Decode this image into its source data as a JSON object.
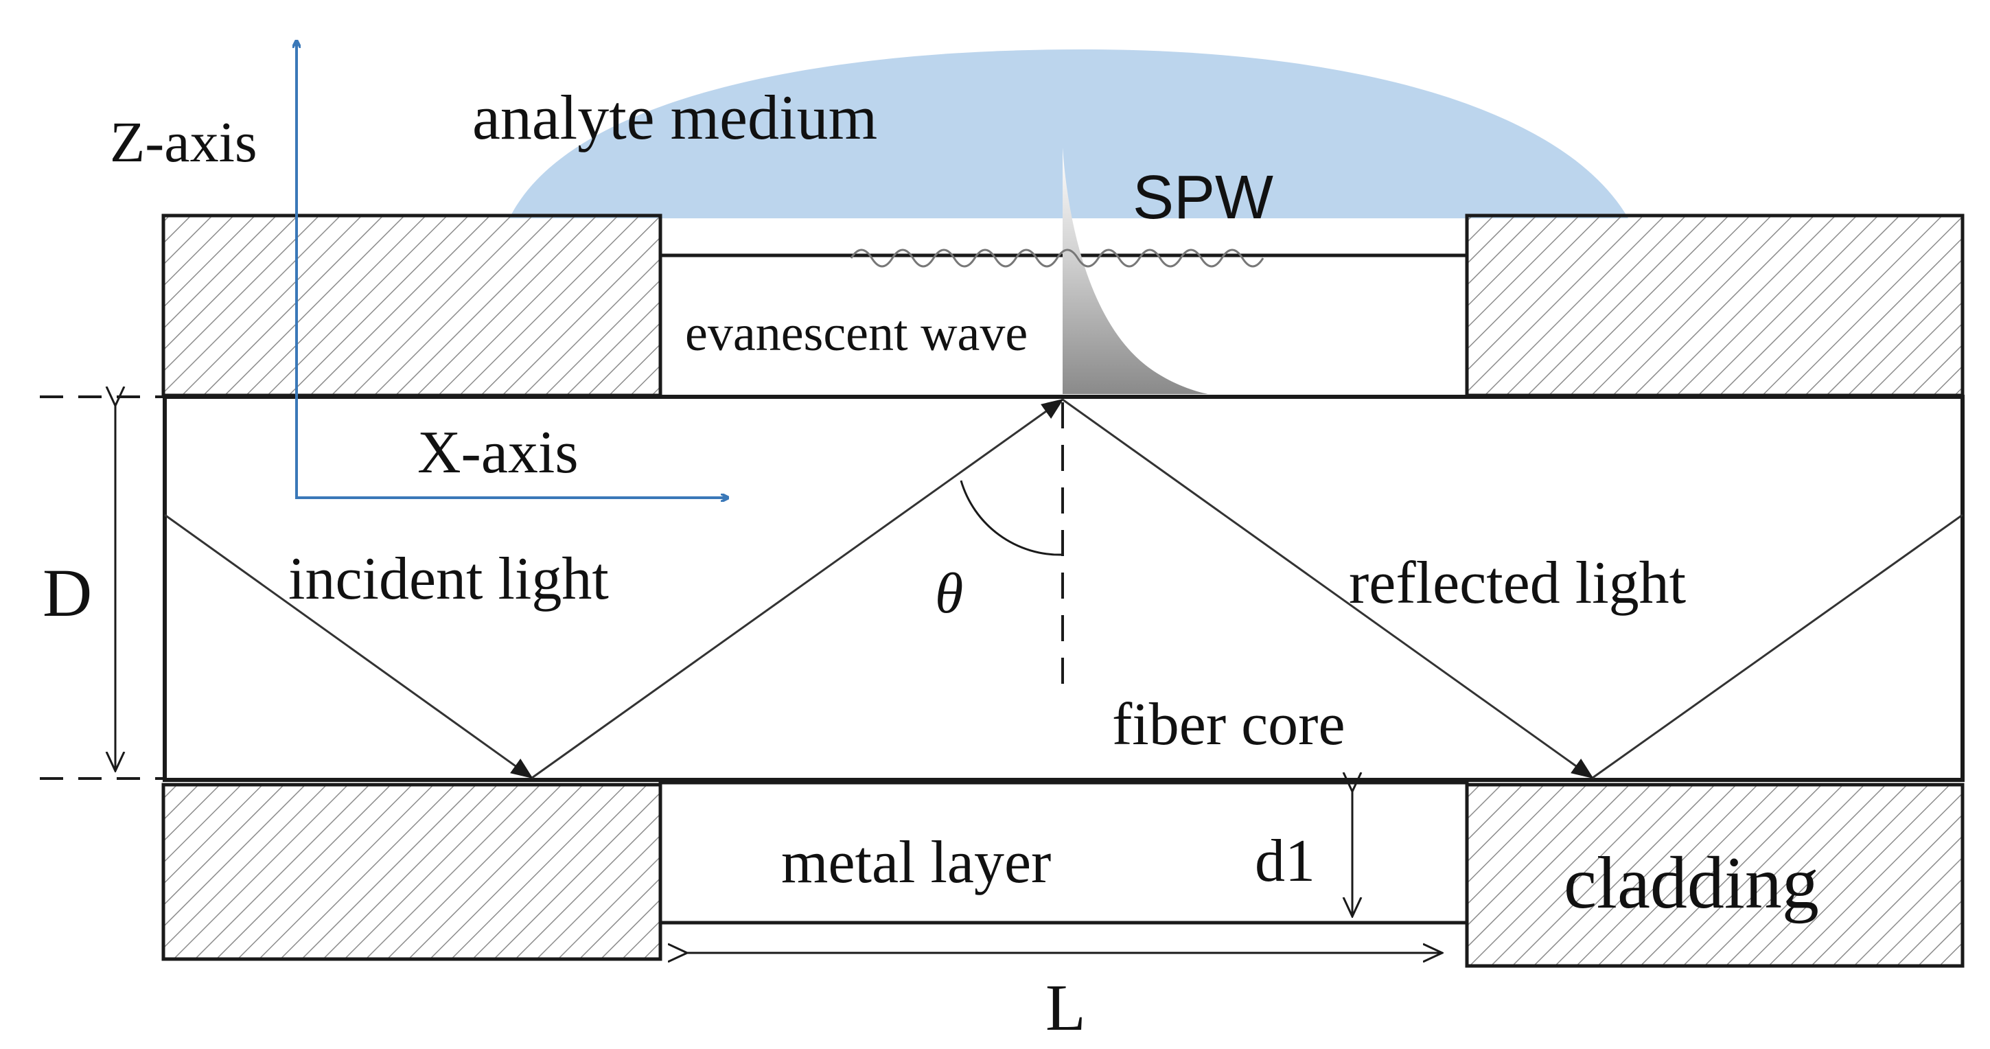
{
  "labels": {
    "z_axis": "Z-axis",
    "x_axis": "X-axis",
    "analyte_medium": "analyte medium",
    "spw": "SPW",
    "evanescent_wave": "evanescent wave",
    "incident_light": "incident light",
    "reflected_light": "reflected light",
    "theta": "θ",
    "fiber_core": "fiber core",
    "d_dimension": "D",
    "metal_layer": "metal layer",
    "d1_dimension": "d1",
    "cladding": "cladding",
    "l_dimension": "L"
  },
  "colors": {
    "analyte": "#bcd5ed",
    "axis": "#3a78b8",
    "line": "#1a1a1a",
    "hatch": "#8c8c8c"
  }
}
